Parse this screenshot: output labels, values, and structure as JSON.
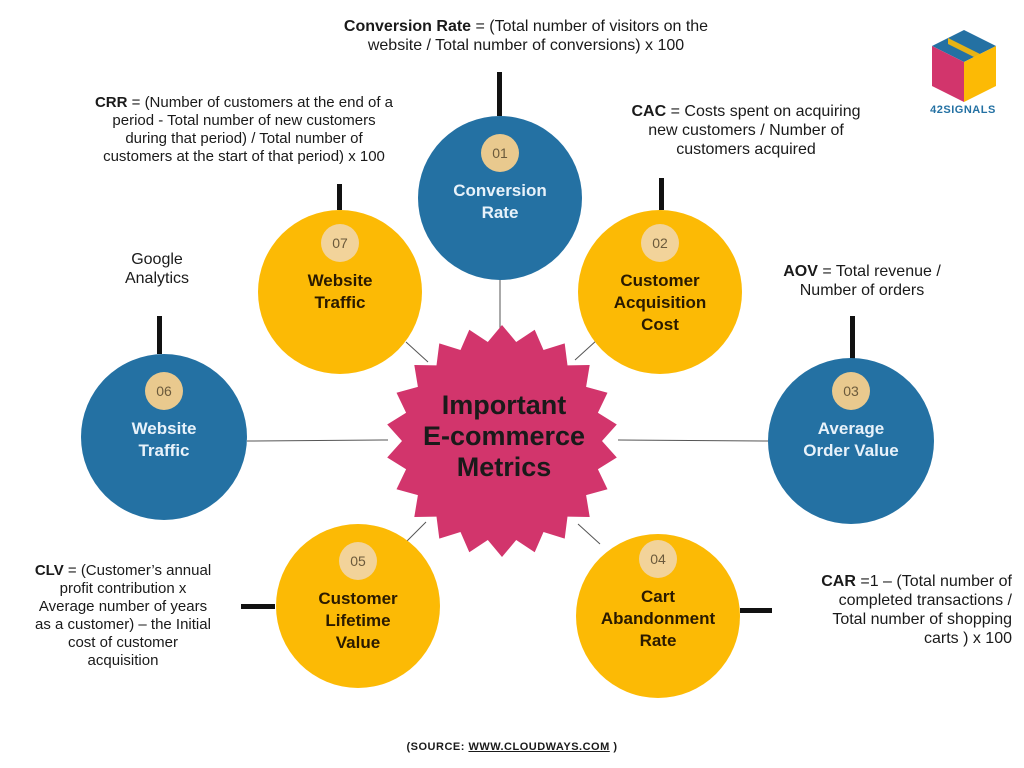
{
  "center_title": "Important\nE-commerce\nMetrics",
  "nodes": [
    {
      "number": "01",
      "label": "Conversion\nRate"
    },
    {
      "number": "02",
      "label": "Customer\nAcquisition\nCost"
    },
    {
      "number": "03",
      "label": "Average\nOrder Value"
    },
    {
      "number": "04",
      "label": "Cart\nAbandonment\nRate"
    },
    {
      "number": "05",
      "label": "Customer\nLifetime\nValue"
    },
    {
      "number": "06",
      "label": "Website\nTraffic"
    },
    {
      "number": "07",
      "label": "Website\nTraffic"
    }
  ],
  "formulas": {
    "conversion_rate": {
      "term": "Conversion Rate",
      "text": " = (Total number of visitors on the\nwebsite / Total number of conversions) x 100"
    },
    "cac": {
      "term": "CAC",
      "text": " = Costs spent on acquiring\nnew customers / Number of\ncustomers acquired"
    },
    "aov": {
      "term": "AOV",
      "text": " = Total revenue /\nNumber of orders"
    },
    "car": {
      "term": "CAR",
      "text": " =1 – (Total number of\ncompleted transactions /\nTotal number of shopping\ncarts ) x 100"
    },
    "clv": {
      "term": "CLV",
      "text": " = (Customer’s annual\nprofit contribution x\nAverage number of years\nas a customer) – the Initial\ncost of customer\nacquisition"
    },
    "crr": {
      "term": "CRR",
      "text": " = (Number of customers at the end of a\nperiod - Total number of new customers\nduring that period) / Total number of\ncustomers at the start of that period) x 100"
    },
    "google_analytics": "Google\nAnalytics"
  },
  "source": {
    "prefix": "(SOURCE: ",
    "link": "WWW.CLOUDWAYS.COM",
    "suffix": " )"
  },
  "logo_text": "42SIGNALS",
  "colors": {
    "blue": "#2471a3",
    "yellow": "#fcba05",
    "center": "#d2356c",
    "badge": "#f2d39a"
  }
}
